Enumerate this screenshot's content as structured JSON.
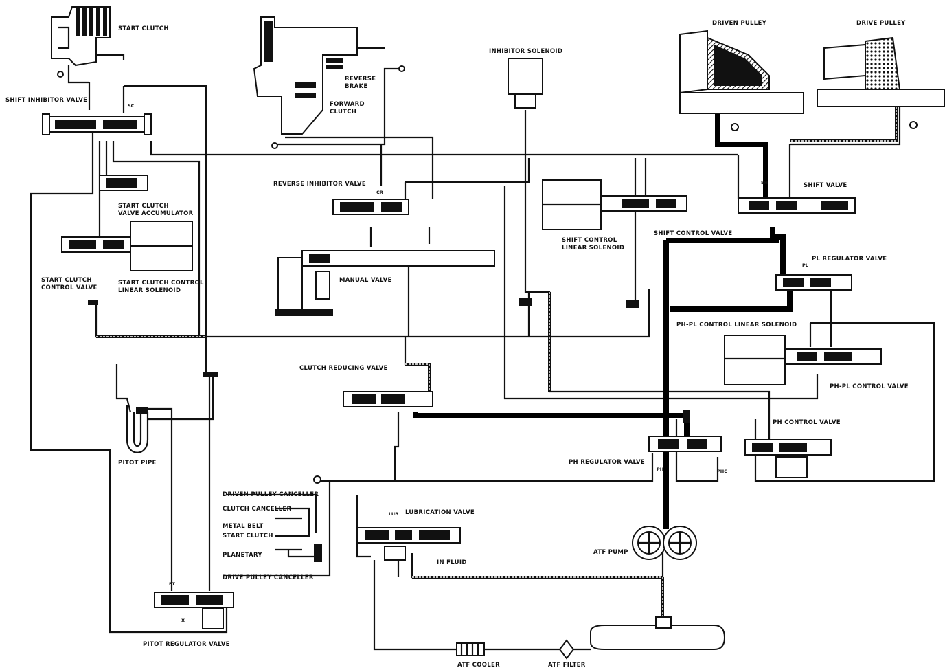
{
  "labels": {
    "start_clutch": "START CLUTCH",
    "shift_inhibitor_valve": "SHIFT INHIBITOR VALVE",
    "start_clutch_valve_accumulator_1": "START CLUTCH",
    "start_clutch_valve_accumulator_2": "VALVE ACCUMULATOR",
    "start_clutch_control_valve_1": "START CLUTCH",
    "start_clutch_control_valve_2": "CONTROL VALVE",
    "start_clutch_control_linear_solenoid_1": "START CLUTCH CONTROL",
    "start_clutch_control_linear_solenoid_2": "LINEAR SOLENOID",
    "reverse_brake_1": "REVERSE",
    "reverse_brake_2": "BRAKE",
    "forward_clutch_1": "FORWARD",
    "forward_clutch_2": "CLUTCH",
    "reverse_inhibitor_valve": "REVERSE INHIBITOR VALVE",
    "manual_valve": "MANUAL VALVE",
    "inhibitor_solenoid": "INHIBITOR SOLENOID",
    "shift_control_linear_solenoid_1": "SHIFT CONTROL",
    "shift_control_linear_solenoid_2": "LINEAR SOLENOID",
    "shift_control_valve": "SHIFT CONTROL VALVE",
    "driven_pulley": "DRIVEN PULLEY",
    "drive_pulley": "DRIVE PULLEY",
    "shift_valve": "SHIFT VALVE",
    "pl_regulator_valve": "PL REGULATOR VALVE",
    "ph_pl_control_linear_solenoid": "PH-PL CONTROL LINEAR SOLENOID",
    "ph_pl_control_valve": "PH-PL CONTROL VALVE",
    "ph_control_valve": "PH CONTROL VALVE",
    "ph_regulator_valve": "PH REGULATOR VALVE",
    "clutch_reducing_valve": "CLUTCH REDUCING VALVE",
    "pitot_pipe": "PITOT PIPE",
    "pitot_regulator_valve": "PITOT REGULATOR VALVE",
    "driven_pulley_canceller": "DRIVEN PULLEY CANCELLER",
    "clutch_canceller": "CLUTCH CANCELLER",
    "metal_belt": "METAL BELT",
    "start_clutch_lube": "START CLUTCH",
    "planetary": "PLANETARY",
    "drive_pulley_canceller": "DRIVE PULLEY CANCELLER",
    "lubrication_valve": "LUBRICATION VALVE",
    "in_fluid": "IN FLUID",
    "atf_pump": "ATF PUMP",
    "atf_cooler": "ATF COOLER",
    "atf_filter": "ATF FILTER"
  },
  "port_codes": {
    "sc": "SC",
    "cr": "CR",
    "lub": "LUB",
    "pl": "PL",
    "ph": "PH",
    "phc": "PHC",
    "sh": "SH",
    "ft": "FT",
    "x": "X"
  }
}
